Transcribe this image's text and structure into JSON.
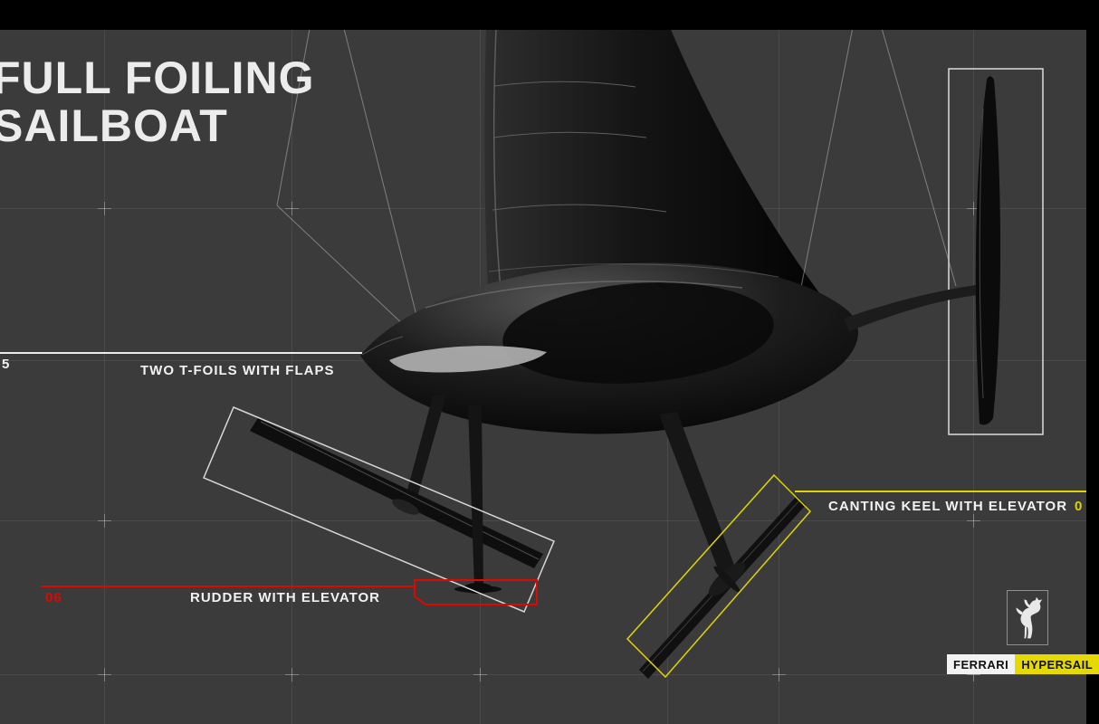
{
  "header": {
    "title_line1": "FULL FOILING",
    "title_line2": "SAILBOAT"
  },
  "callouts": {
    "tfoils": {
      "number": "5",
      "label": "TWO T-FOILS WITH FLAPS"
    },
    "rudder": {
      "number": "06",
      "label": "RUDDER WITH ELEVATOR"
    },
    "keel": {
      "label": "CANTING KEEL WITH ELEVATOR",
      "number": "0"
    }
  },
  "branding": {
    "logo_icon": "prancing-horse-icon",
    "wordmark_primary": "FERRARI",
    "wordmark_secondary": "HYPERSAIL"
  },
  "colors": {
    "background": "#3b3b3b",
    "letterbox_bar": "#000000",
    "accent_red": "#e10600",
    "accent_yellow": "#e0d400",
    "label_text": "#f2f2f2"
  }
}
